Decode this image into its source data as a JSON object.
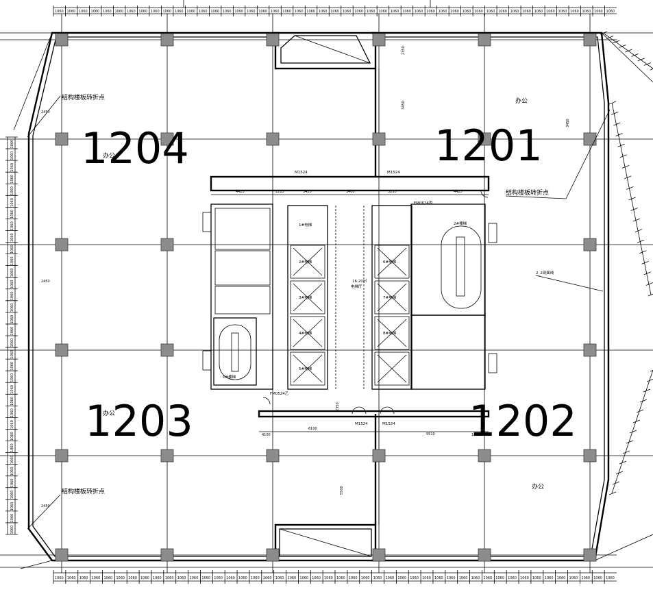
{
  "units": [
    {
      "number": "1204",
      "use_label": "办公"
    },
    {
      "number": "1201",
      "use_label": "办公"
    },
    {
      "number": "1203",
      "use_label": "办公"
    },
    {
      "number": "1202",
      "use_label": "办公"
    }
  ],
  "notes": {
    "structural_turn_point": "结构楼板转折点",
    "lift_hall": "电梯厅",
    "hall_area": "16.20㎡",
    "cross_section": "2_2剖面线",
    "elevators": [
      "1#电梯",
      "2#电梯",
      "3#电梯",
      "4#电梯",
      "5#电梯",
      "6#电梯",
      "7#电梯",
      "8#电梯"
    ],
    "stair_1": "1#楼梯",
    "stair_2": "2#楼梯",
    "door_codes": [
      "M1524",
      "FM0624丙",
      "FM0524乙"
    ]
  },
  "dimensions": {
    "core_top": [
      "4425",
      "1215",
      "3425",
      "3400",
      "3295",
      "4425"
    ],
    "core_bottom": [
      "4100",
      "6100",
      "5510",
      "1460"
    ],
    "left_side": [
      "2450",
      "2450",
      "2450"
    ],
    "vertical": [
      "2350",
      "3450",
      "2350",
      "3450",
      "5500"
    ],
    "ticks_top": [
      "1060",
      "1060",
      "1060",
      "1060",
      "1060",
      "1060",
      "1060",
      "1060",
      "1060",
      "1060",
      "1060",
      "1060",
      "1060",
      "1060",
      "1060",
      "1060",
      "1060",
      "1060",
      "1060",
      "1060",
      "1060",
      "1060",
      "1060",
      "1060",
      "1060",
      "1060",
      "1060",
      "1060",
      "1060",
      "1060",
      "1060",
      "1060",
      "1060",
      "1060",
      "1060",
      "1060",
      "1060",
      "1060",
      "1060",
      "1060",
      "1060",
      "1060",
      "1060",
      "1060",
      "1060",
      "1060",
      "1060"
    ],
    "ticks_bottom": [
      "1060",
      "1060",
      "1060",
      "1060",
      "1060",
      "1060",
      "1060",
      "1060",
      "1060",
      "1060",
      "1060",
      "1060",
      "1060",
      "1060",
      "1060",
      "1060",
      "1060",
      "1060",
      "1060",
      "1060",
      "1060",
      "1060",
      "1060",
      "1060",
      "1060",
      "1060",
      "1060",
      "1060",
      "1060",
      "1060",
      "1060",
      "1060",
      "1060",
      "1060",
      "1060",
      "1060",
      "1060",
      "1060",
      "1060",
      "1060",
      "1060",
      "1060",
      "1060",
      "1060",
      "1060",
      "1060"
    ]
  }
}
